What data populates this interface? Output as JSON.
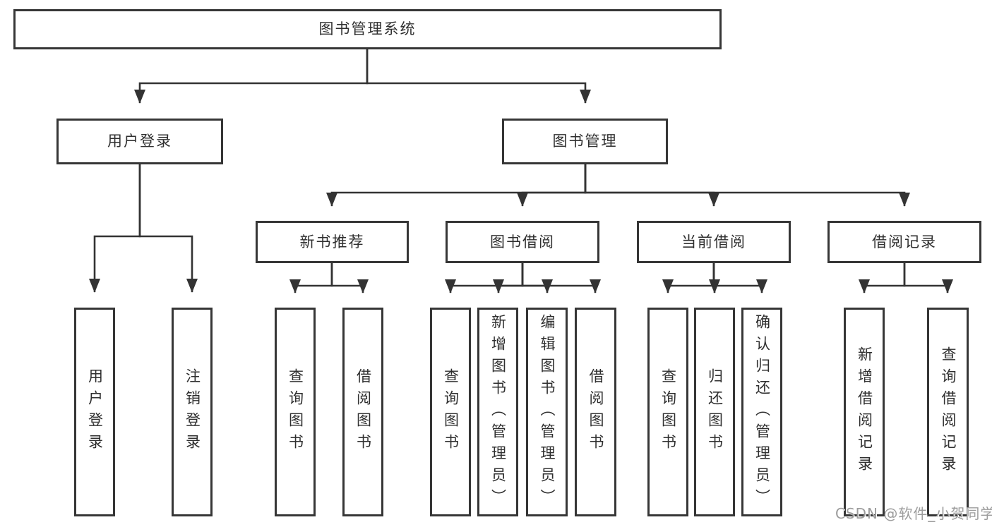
{
  "diagram": {
    "root": "图书管理系统",
    "level2": [
      "用户登录",
      "图书管理"
    ],
    "level3": [
      "新书推荐",
      "图书借阅",
      "当前借阅",
      "借阅记录"
    ],
    "leaves_user_login": [
      "用户登录",
      "注销登录"
    ],
    "leaves_new_books": [
      "查询图书",
      "借阅图书"
    ],
    "leaves_book_borrow": [
      "查询图书",
      "新增图书（管理员）",
      "编辑图书（管理员）",
      "借阅图书"
    ],
    "leaves_current_borrow": [
      "查询图书",
      "归还图书",
      "确认归还（管理员）"
    ],
    "leaves_borrow_records": [
      "新增借阅记录",
      "查询借阅记录"
    ]
  },
  "watermark": {
    "text": "CSDN @软件_小贺同学"
  },
  "colors": {
    "line": "#333333",
    "border": "#363636",
    "text": "#2f2f2f",
    "background": "#ffffff",
    "watermark": "#9c9c9c"
  }
}
